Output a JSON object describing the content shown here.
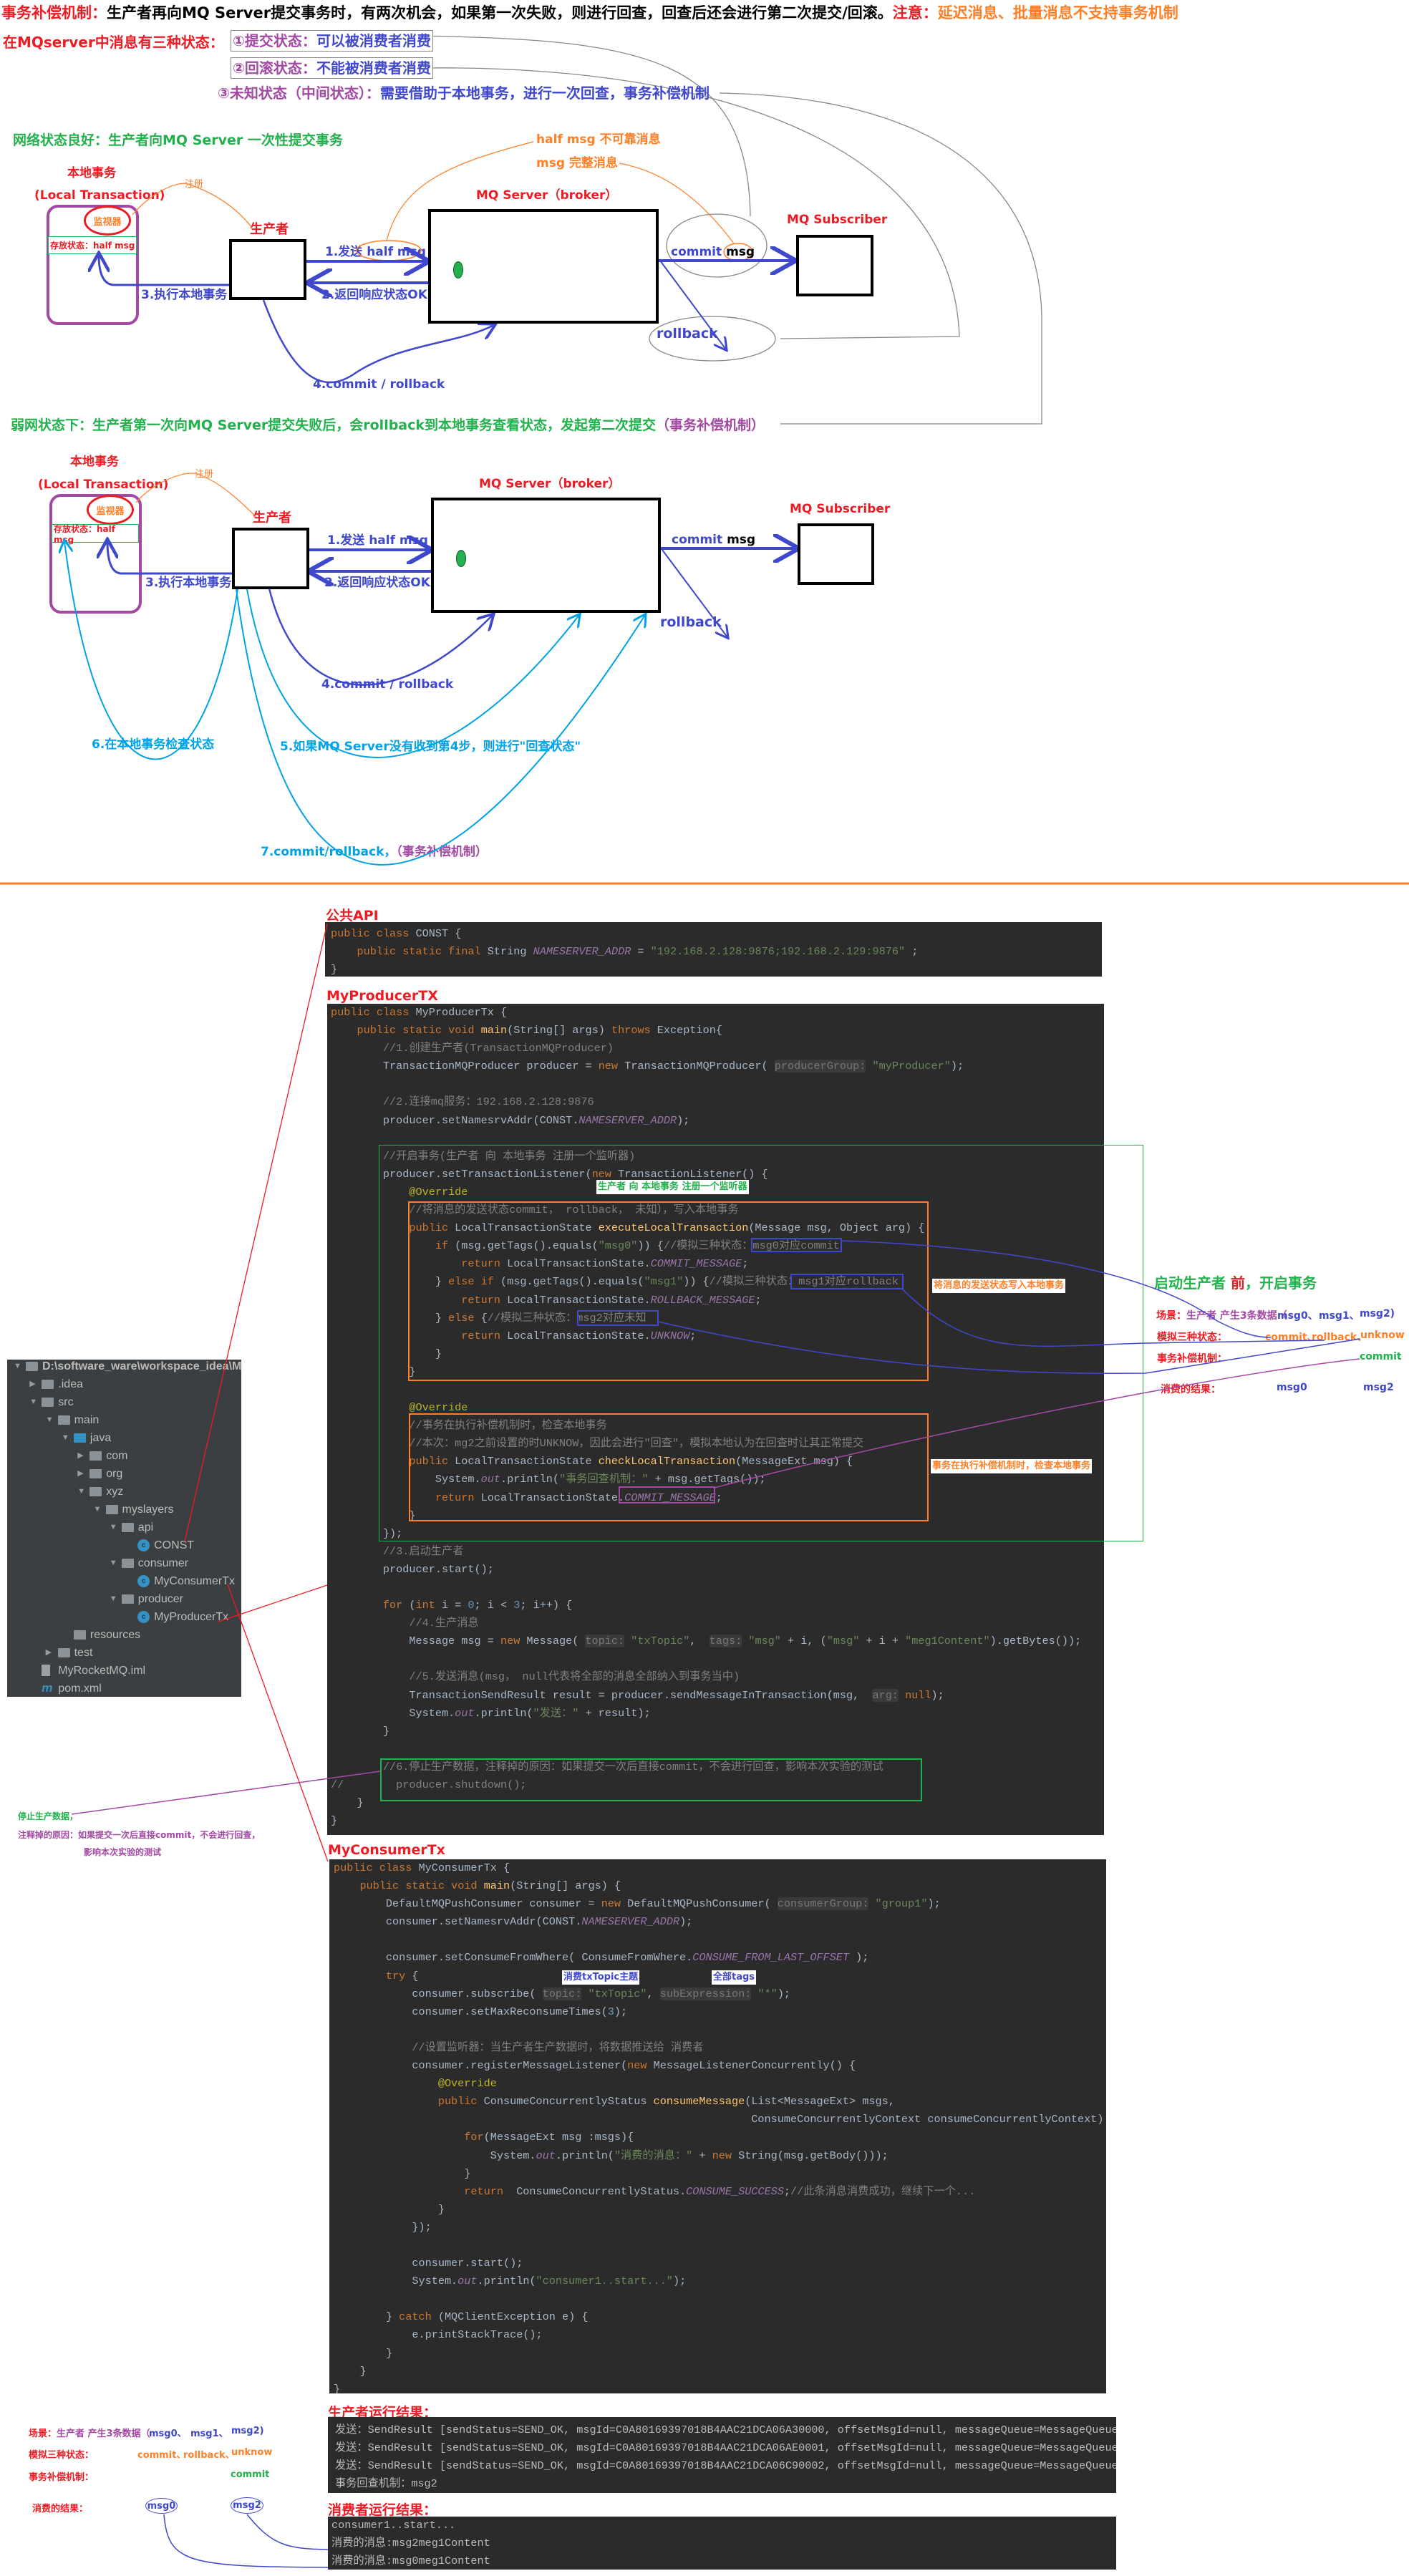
{
  "header": {
    "title_prefix": "事务补偿机制：",
    "title_body": "生产者再向MQ Server提交事务时，有两次机会，如果第一次失败，则进行回查，回查后还会进行第二次提交/回滚。",
    "note_label": "注意：",
    "note_text": "延迟消息、批量消息不支持事务机制"
  },
  "states": {
    "label": "在MQserver中消息有三种状态：",
    "items": [
      {
        "name": "①提交状态：",
        "desc": "可以被消费者消费"
      },
      {
        "name": "②回滚状态：",
        "desc": "不能被消费者消费"
      },
      {
        "name": "③未知状态（中间状态）：",
        "desc": "需要借助于本地事务，进行一次回查，事务补偿机制"
      }
    ]
  },
  "diagram_common": {
    "local_tx_title": "本地事务",
    "local_tx_subtitle": "(Local Transaction)",
    "monitor": "监视器",
    "stored_state": "存放状态：half msg",
    "register": "注册",
    "producer": "生产者",
    "server": "MQ Server（broker）",
    "subscriber": "MQ Subscriber",
    "step1": "1.发送 half msg",
    "step2": "2.返回响应状态OK",
    "step3": "3.执行本地事务",
    "step4": "4.commit / rollback",
    "commit": "commit",
    "msg": "msg",
    "rollback": "rollback"
  },
  "diagram_good": {
    "title": "网络状态良好：生产者向MQ Server 一次性提交事务",
    "half_msg_note": "half msg  不可靠消息",
    "full_msg_note": "msg  完整消息"
  },
  "diagram_weak": {
    "title": "弱网状态下：生产者第一次向MQ Server提交失败后，会rollback到本地事务查看状态，发起第二次提交",
    "title_suffix": "（事务补偿机制）",
    "step5": "5.如果MQ Server没有收到第4步，则进行\"回查状态\"",
    "step6": "6.在本地事务检查状态",
    "step7": "7.commit/rollback，",
    "step7_suffix": "（事务补偿机制）"
  },
  "sections": {
    "const_label": "公共API",
    "producer_label": "MyProducerTX",
    "consumer_label": "MyConsumerTx",
    "producer_result_label": "生产者运行结果：",
    "consumer_result_label": "消费者运行结果："
  },
  "code": {
    "const": [
      "public class CONST {",
      "    public static final String NAMESERVER_ADDR = \"192.168.2.128:9876;192.168.2.129:9876\" ;",
      "}"
    ],
    "producer": [
      "public class MyProducerTx {",
      "    public static void main(String[] args) throws Exception{",
      "        //1.创建生产者(TransactionMQProducer)",
      "        TransactionMQProducer producer = new TransactionMQProducer( producerGroup: \"myProducer\");",
      "",
      "        //2.连接mq服务：192.168.2.128:9876",
      "        producer.setNamesrvAddr(CONST.NAMESERVER_ADDR);",
      "",
      "        //开启事务(生产者 向 本地事务 注册一个监听器)",
      "        producer.setTransactionListener(new TransactionListener() {",
      "            @Override",
      "            //将消息的发送状态commit， rollback， 未知），写入本地事务",
      "            public LocalTransactionState executeLocalTransaction(Message msg, Object arg) {",
      "                if (msg.getTags().equals(\"msg0\")) {//模拟三种状态：msg0对应commit",
      "                    return LocalTransactionState.COMMIT_MESSAGE;",
      "                } else if (msg.getTags().equals(\"msg1\")) {//模拟三种状态：msg1对应rollback",
      "                    return LocalTransactionState.ROLLBACK_MESSAGE;",
      "                } else {//模拟三种状态：msg2对应未知",
      "                    return LocalTransactionState.UNKNOW;",
      "                }",
      "            }",
      "",
      "            @Override",
      "            //事务在执行补偿机制时，检查本地事务",
      "            //本次：mg2之前设置的时UNKNOW，因此会进行\"回查\"，模拟本地认为在回查时让其正常提交",
      "            public LocalTransactionState checkLocalTransaction(MessageExt msg) {",
      "                System.out.println(\"事务回查机制：\" + msg.getTags());",
      "                return LocalTransactionState.COMMIT_MESSAGE;",
      "            }",
      "        });",
      "        //3.启动生产者",
      "        producer.start();",
      "",
      "        for (int i = 0; i < 3; i++) {",
      "            //4.生产消息",
      "            Message msg = new Message( topic: \"txTopic\",  tags: \"msg\" + i, (\"msg\" + i + \"meg1Content\").getBytes());",
      "",
      "            //5.发送消息(msg， null代表将全部的消息全部纳入到事务当中)",
      "            TransactionSendResult result = producer.sendMessageInTransaction(msg,  arg: null);",
      "            System.out.println(\"发送：\" + result);",
      "        }",
      "",
      "        //6.停止生产数据，注释掉的原因：如果提交一次后直接commit，不会进行回查，影响本次实验的测试",
      "//        producer.shutdown();",
      "    }",
      "}"
    ],
    "consumer": [
      "public class MyConsumerTx {",
      "    public static void main(String[] args) {",
      "        DefaultMQPushConsumer consumer = new DefaultMQPushConsumer( consumerGroup: \"group1\");",
      "        consumer.setNamesrvAddr(CONST.NAMESERVER_ADDR);",
      "",
      "        consumer.setConsumeFromWhere( ConsumeFromWhere.CONSUME_FROM_LAST_OFFSET );",
      "        try {",
      "            consumer.subscribe( topic: \"txTopic\", subExpression: \"*\");",
      "            consumer.setMaxReconsumeTimes(3);",
      "",
      "            //设置监听器：当生产者生产数据时，将数据推送给 消费者",
      "            consumer.registerMessageListener(new MessageListenerConcurrently() {",
      "                @Override",
      "                public ConsumeConcurrentlyStatus consumeMessage(List<MessageExt> msgs,",
      "                                                                ConsumeConcurrentlyContext consumeConcurrentlyContext) {",
      "                    for(MessageExt msg :msgs){",
      "                        System.out.println(\"消费的消息：\" + new String(msg.getBody()));",
      "                    }",
      "                    return  ConsumeConcurrentlyStatus.CONSUME_SUCCESS;//此条消息消费成功，继续下一个...",
      "                }",
      "            });",
      "",
      "            consumer.start();",
      "            System.out.println(\"consumer1..start...\");",
      "",
      "        } catch (MQClientException e) {",
      "            e.printStackTrace();",
      "        }",
      "    }",
      "}"
    ],
    "producer_output": [
      "发送：SendResult [sendStatus=SEND_OK, msgId=C0A80169397018B4AAC21DCA06A30000, offsetMsgId=null, messageQueue=MessageQueue",
      "发送：SendResult [sendStatus=SEND_OK, msgId=C0A80169397018B4AAC21DCA06AE0001, offsetMsgId=null, messageQueue=MessageQueue",
      "发送：SendResult [sendStatus=SEND_OK, msgId=C0A80169397018B4AAC21DCA06C90002, offsetMsgId=null, messageQueue=MessageQueue",
      "事务回查机制：msg2"
    ],
    "consumer_output": [
      "consumer1..start...",
      "消费的消息:msg2meg1Content",
      "消费的消息:msg0meg1Content"
    ]
  },
  "annotations": {
    "listener_note": "生产者 向 本地事务 注册一个监听器",
    "msg0_box": "msg0对应commit",
    "msg1_box": "msg1对应rollback",
    "msg2_box": "msg2对应未知",
    "write_state_note": "将消息的发送状态写入本地事务",
    "check_note": "事务在执行补偿机制时，检查本地事务",
    "topic_note": "消费txTopic主题",
    "tags_note": "全部tags",
    "stop_title": "停止生产数据，",
    "stop_reason_label": "注释掉的原因：",
    "stop_reason": "如果提交一次后直接commit，不会进行回查，",
    "stop_reason2": "影响本次实验的测试"
  },
  "summary": {
    "heading_a": "启动生产者 ",
    "heading_b": "前",
    "heading_c": "，开启事务",
    "scene_label": "场景：",
    "scene_text": "生产者 产生3条数据（",
    "msgs": [
      "msg0、",
      "msg1、",
      "msg2)"
    ],
    "sim_label": "模拟三种状态：",
    "sim_states": [
      "commit、",
      "rollback、",
      "unknow"
    ],
    "comp_label": "事务补偿机制：",
    "comp_state": "commit",
    "result_label": "消费的结果：",
    "results": [
      "msg0",
      "msg2"
    ]
  },
  "file_tree": [
    {
      "label": "D:\\software_ware\\workspace_idea\\M",
      "level": 0,
      "arrow": "open",
      "icon": "project"
    },
    {
      "label": ".idea",
      "level": 1,
      "arrow": "closed",
      "icon": "folder"
    },
    {
      "label": "src",
      "level": 1,
      "arrow": "open",
      "icon": "folder"
    },
    {
      "label": "main",
      "level": 2,
      "arrow": "open",
      "icon": "folder"
    },
    {
      "label": "java",
      "level": 3,
      "arrow": "open",
      "icon": "source-folder"
    },
    {
      "label": "com",
      "level": 4,
      "arrow": "closed",
      "icon": "package"
    },
    {
      "label": "org",
      "level": 4,
      "arrow": "closed",
      "icon": "package"
    },
    {
      "label": "xyz",
      "level": 4,
      "arrow": "open",
      "icon": "package"
    },
    {
      "label": "myslayers",
      "level": 5,
      "arrow": "open",
      "icon": "package"
    },
    {
      "label": "api",
      "level": 6,
      "arrow": "open",
      "icon": "package"
    },
    {
      "label": "CONST",
      "level": 7,
      "arrow": "none",
      "icon": "class"
    },
    {
      "label": "consumer",
      "level": 6,
      "arrow": "open",
      "icon": "package"
    },
    {
      "label": "MyConsumerTx",
      "level": 7,
      "arrow": "none",
      "icon": "class"
    },
    {
      "label": "producer",
      "level": 6,
      "arrow": "open",
      "icon": "package"
    },
    {
      "label": "MyProducerTx",
      "level": 7,
      "arrow": "none",
      "icon": "class"
    },
    {
      "label": "resources",
      "level": 3,
      "arrow": "none",
      "icon": "resources-folder"
    },
    {
      "label": "test",
      "level": 2,
      "arrow": "closed",
      "icon": "folder"
    },
    {
      "label": "MyRocketMQ.iml",
      "level": 1,
      "arrow": "none",
      "icon": "file"
    },
    {
      "label": "pom.xml",
      "level": 1,
      "arrow": "none",
      "icon": "maven"
    }
  ],
  "colors": {
    "red": "#ed1c24",
    "green": "#22b14c",
    "purple": "#a349a4",
    "blue": "#3f48cc",
    "orange": "#ff7f27",
    "cyan": "#00a2e8",
    "code_bg": "#2b2b2b"
  }
}
